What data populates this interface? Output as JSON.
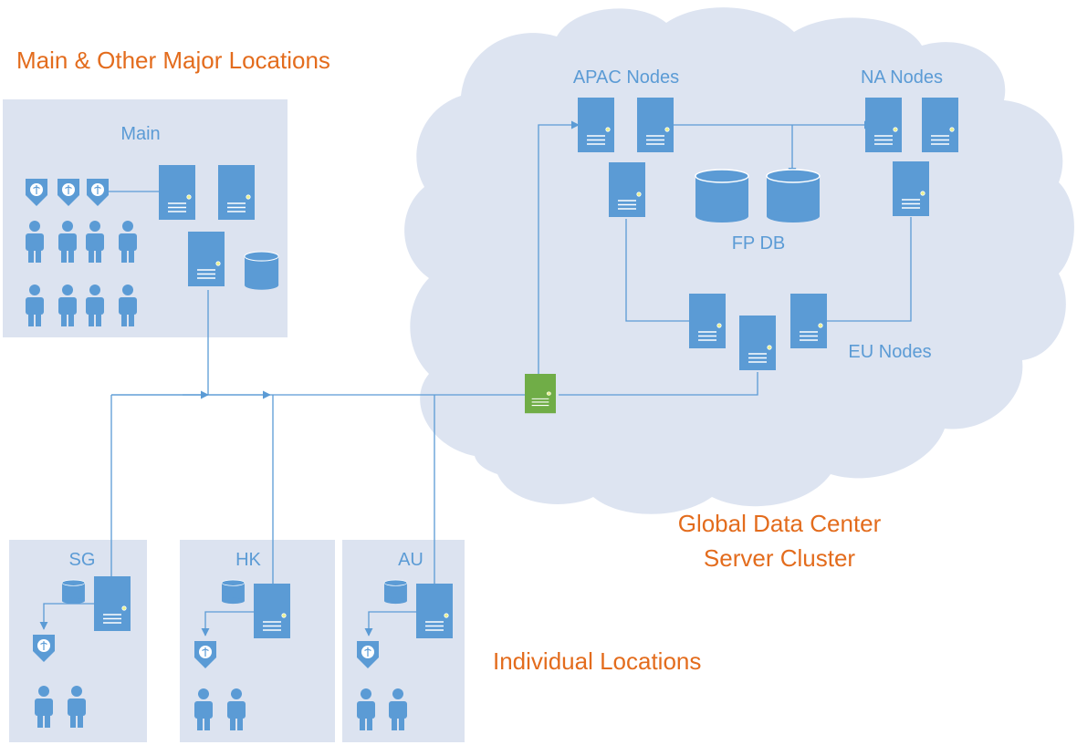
{
  "headings": {
    "main_major": "Main & Other Major Locations",
    "global_line1": "Global Data Center",
    "global_line2": "Server Cluster",
    "individual": "Individual Locations"
  },
  "locations": {
    "main": "Main",
    "sg": "SG",
    "hk": "HK",
    "au": "AU"
  },
  "clusters": {
    "apac": "APAC Nodes",
    "na": "NA Nodes",
    "eu": "EU Nodes",
    "fp_db": "FP DB"
  },
  "colors": {
    "node_blue": "#5b9bd5",
    "gateway_green": "#70ad47",
    "heading_orange": "#e36c1d",
    "panel_fill": "#dce3f0"
  },
  "icons": [
    "server-icon",
    "gateway-server-icon",
    "database-icon",
    "fingerprint-scanner-icon",
    "person-icon",
    "cloud-shape"
  ]
}
